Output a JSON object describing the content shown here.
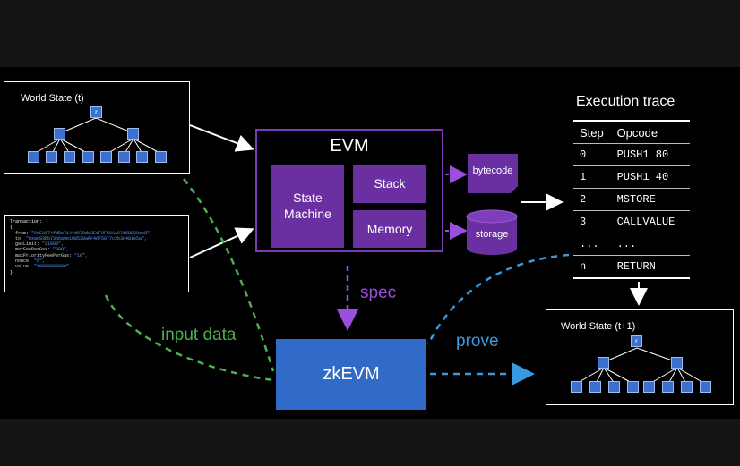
{
  "world_state_t": {
    "title": "World State (t)",
    "root": "r"
  },
  "world_state_t1": {
    "title": "World State (t+1)",
    "root": "r"
  },
  "transaction": {
    "header": "Transaction:",
    "open": "{",
    "fields": [
      {
        "key": "from:",
        "value": "\"0xEA674fdDe714fd979de3EdF0F56AA9716B898ec8\","
      },
      {
        "key": "to:",
        "value": "\"0xac03bb73b6a9e108530aFF4dF5077c2b3d481e5a\","
      },
      {
        "key": "gasLimit:",
        "value": "\"21000\","
      },
      {
        "key": "maxFeePerGas:",
        "value": "\"300\","
      },
      {
        "key": "maxPriorityFeePerGas:",
        "value": "\"10\","
      },
      {
        "key": "nonce:",
        "value": "\"0\","
      },
      {
        "key": "value:",
        "value": "\"10000000000\""
      }
    ],
    "close": "}"
  },
  "evm": {
    "title": "EVM",
    "state_machine": "State Machine",
    "stack": "Stack",
    "memory": "Memory"
  },
  "bytecode_label": "bytecode",
  "storage_label": "storage",
  "execution_trace": {
    "title": "Execution trace",
    "headers": [
      "Step",
      "Opcode"
    ],
    "rows": [
      [
        "0",
        "PUSH1 80"
      ],
      [
        "1",
        "PUSH1 40"
      ],
      [
        "2",
        "MSTORE"
      ],
      [
        "3",
        "CALLVALUE"
      ],
      [
        "...",
        "..."
      ],
      [
        "n",
        "RETURN"
      ]
    ]
  },
  "zkevm_label": "zkEVM",
  "spec_label": "spec",
  "input_data_label": "input data",
  "prove_label": "prove",
  "colors": {
    "purple_box": "#6a2fa0",
    "purple_border": "#7a3bb6",
    "blue_box": "#2f6bc7",
    "green_dash": "#4caf50",
    "blue_dash": "#3a9ae0",
    "purple_dash": "#9b4fdc"
  }
}
